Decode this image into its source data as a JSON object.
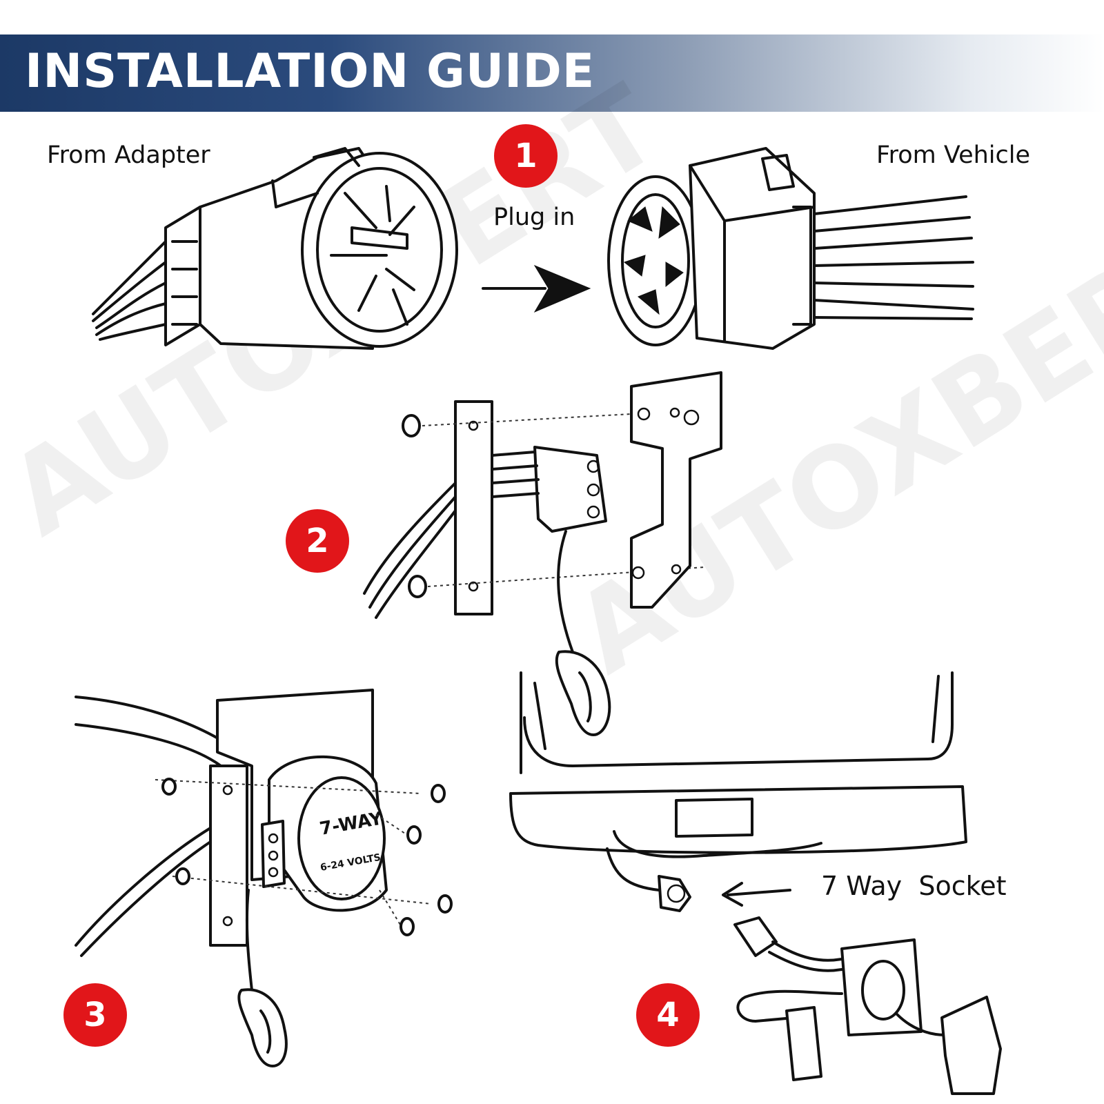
{
  "header": {
    "title": "INSTALLATION GUIDE"
  },
  "labels": {
    "from_adapter": "From Adapter",
    "from_vehicle": "From Vehicle",
    "plug_in": "Plug in",
    "seven_way_socket": "7 Way  Socket",
    "socket_face_main": "7-WAY",
    "socket_face_sub": "6-24 VOLTS"
  },
  "steps": [
    "1",
    "2",
    "3",
    "4"
  ],
  "watermark": "AUTOXBERT",
  "colors": {
    "banner_dark": "#1c3966",
    "step_red": "#e1161a",
    "line": "#111111"
  }
}
